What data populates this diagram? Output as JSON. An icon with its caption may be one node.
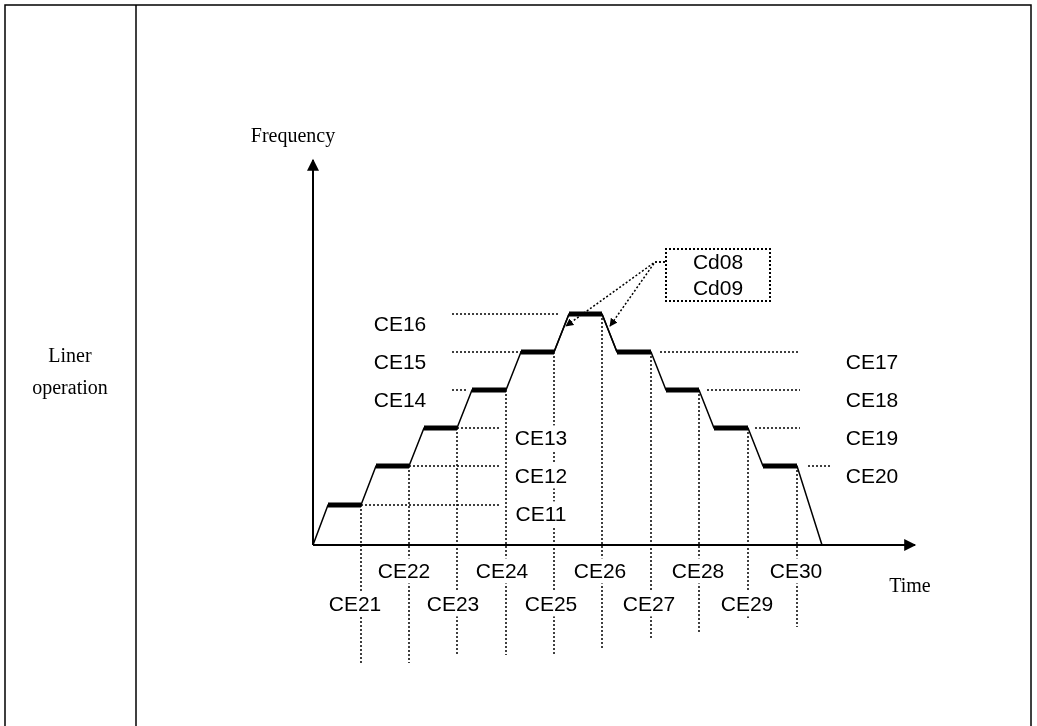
{
  "diagram": {
    "nodes": [
      {
        "text": [
          "Cd08 Cd09"
        ]
      },
      {
        "text": [],
        "shape": "line"
      },
      {
        "text": [],
        "shape": "line"
      }
    ],
    "edges": [
      {
        "from": 0,
        "to": 1,
        "arrow": "to",
        "style": "dashed"
      },
      {
        "from": 0,
        "to": 2,
        "arrow": "to",
        "style": "dashed"
      }
    ],
    "labels": [
      "Liner operation",
      "Frequency",
      "CE16",
      "CE15",
      "CE17",
      "CE14",
      "CE18",
      "CE13",
      "CE19",
      "CE12",
      "CE20",
      "CE11",
      "CE22",
      "CE24",
      "CE26",
      "CE28",
      "CE30",
      "Time",
      "CE21",
      "CE23",
      "CE25",
      "CE27",
      "CE29"
    ]
  }
}
